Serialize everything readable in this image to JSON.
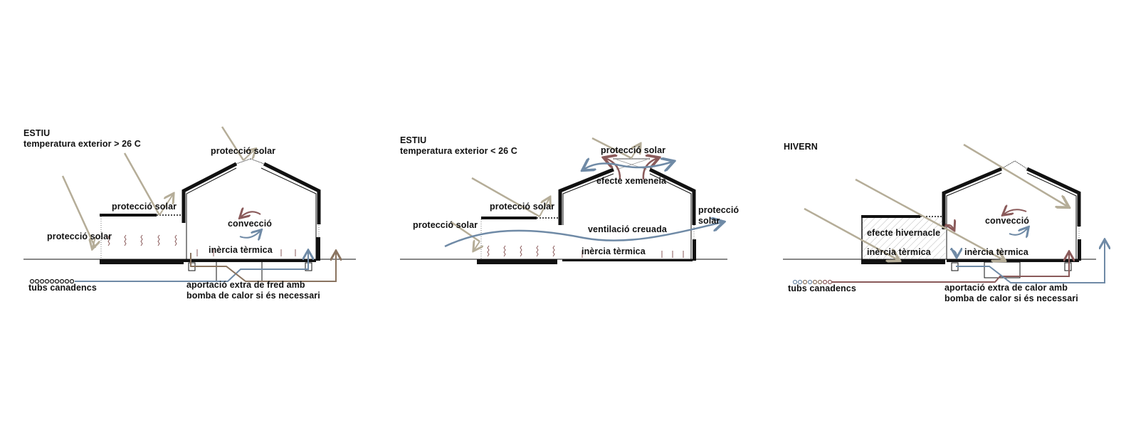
{
  "colors": {
    "sun_ray": "#b5ad98",
    "warm_air": "#8a5a5a",
    "cool_air": "#6f8aa6",
    "ground_pipe_summer": "#8a7460",
    "structure": "#111111",
    "background": "#ffffff"
  },
  "panels": [
    {
      "id": "summer-hot",
      "title": "ESTIU",
      "subtitle": "temperatura exterior > 26 C",
      "labels": {
        "solar_roof": "protecció solar",
        "solar_annex": "protecció solar",
        "solar_facade": "protecció solar",
        "convection": "convecció",
        "thermal_inertia": "inèrcia tèrmica",
        "canadian_tubes": "tubs canadencs",
        "extra_line1": "aportació extra de fred amb",
        "extra_line2": "bomba de calor si és necessari"
      }
    },
    {
      "id": "summer-mild",
      "title": "ESTIU",
      "subtitle": "temperatura exterior < 26 C",
      "labels": {
        "solar_roof": "protecció solar",
        "chimney_effect": "efecte xemeneia",
        "solar_annex": "protecció solar",
        "solar_facade": "protecció solar",
        "solar_right_1": "protecció",
        "solar_right_2": "solar",
        "cross_ventilation": "ventilació creuada",
        "thermal_inertia": "inèrcia tèrmica"
      }
    },
    {
      "id": "winter",
      "title": "HIVERN",
      "labels": {
        "greenhouse": "efecte hivernacle",
        "thermal_inertia_annex": "inèrcia tèrmica",
        "thermal_inertia_main": "inèrcia tèrmica",
        "convection": "convecció",
        "canadian_tubes": "tubs canadencs",
        "extra_line1": "aportació extra de calor amb",
        "extra_line2": "bomba de calor si és necessari"
      }
    }
  ]
}
